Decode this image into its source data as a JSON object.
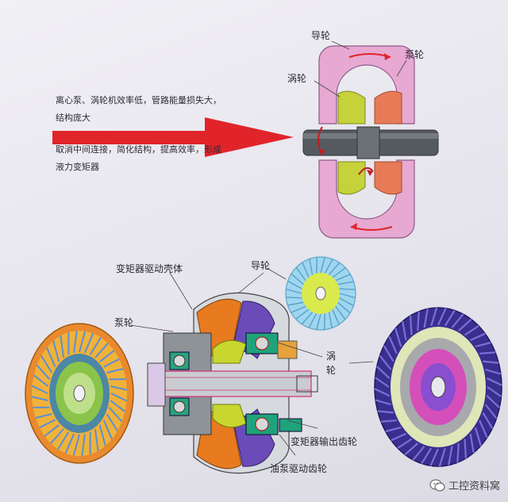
{
  "top_diagram": {
    "label_guide": "导轮",
    "label_turbine": "涡轮",
    "label_pump": "泵轮",
    "note_upper": "离心泵、涡轮机效率低，管路能量损失大，结构庞大",
    "note_lower": "取消中间连接，简化结构，提高效率，形成液力变矩器"
  },
  "bottom_diagram": {
    "label_housing": "变矩器驱动壳体",
    "label_guide": "导轮",
    "label_pump": "泵轮",
    "label_turbine": "涡轮",
    "label_output_gear": "变矩器输出齿轮",
    "label_oil_pump_gear": "油泵驱动齿轮"
  },
  "watermark": {
    "text": "工控资料窝",
    "icon": "wechat-icon"
  },
  "colors": {
    "arrow": "#e0242a",
    "pump": "#e77b57",
    "turbine": "#c5d23a",
    "torus": "#e7a8d2",
    "shaft": "#555a60"
  }
}
